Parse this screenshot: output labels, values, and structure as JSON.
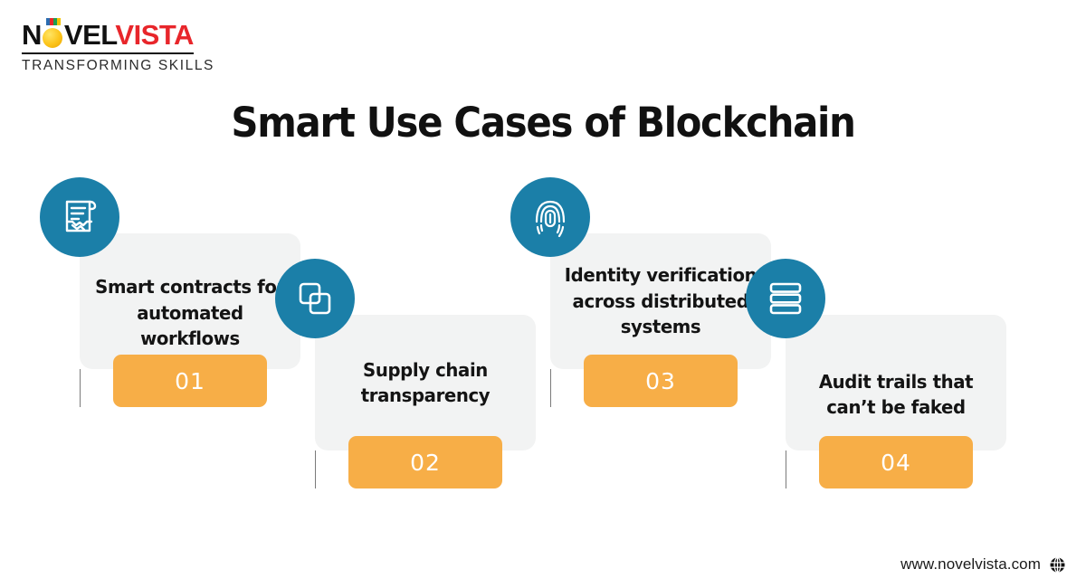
{
  "brand": {
    "logo": {
      "part1": "N",
      "medal_icon": "medal-circle-icon",
      "part2": "VEL",
      "part3": "VISTA",
      "tagline": "TRANSFORMING SKILLS",
      "pixel_colors": [
        "#2B6CB0",
        "#E8262B",
        "#1E9E52",
        "#F2C200"
      ],
      "red": "#E8262B",
      "black": "#111111"
    }
  },
  "header": {
    "title": "Smart Use Cases of Blockchain"
  },
  "theme": {
    "icon_circle": "#1B7FA8",
    "badge": "#F7AE47",
    "card_bg": "#F2F3F3",
    "connector": "#7a7a7a",
    "badge_text": "#FFFFFF",
    "body_text": "#141414"
  },
  "cards": [
    {
      "number": "01",
      "text": "Smart contracts for automated workflows",
      "icon": "contract-handshake-icon",
      "variant": "raised"
    },
    {
      "number": "02",
      "text": "Supply chain transparency",
      "icon": "overlapping-squares-icon",
      "variant": "lowered"
    },
    {
      "number": "03",
      "text": "Identity verification across distributed systems",
      "icon": "fingerprint-icon",
      "variant": "raised"
    },
    {
      "number": "04",
      "text": "Audit trails that can’t be faked",
      "icon": "stacked-layers-icon",
      "variant": "lowered"
    }
  ],
  "footer": {
    "url": "www.novelvista.com",
    "globe_icon": "globe-icon"
  }
}
